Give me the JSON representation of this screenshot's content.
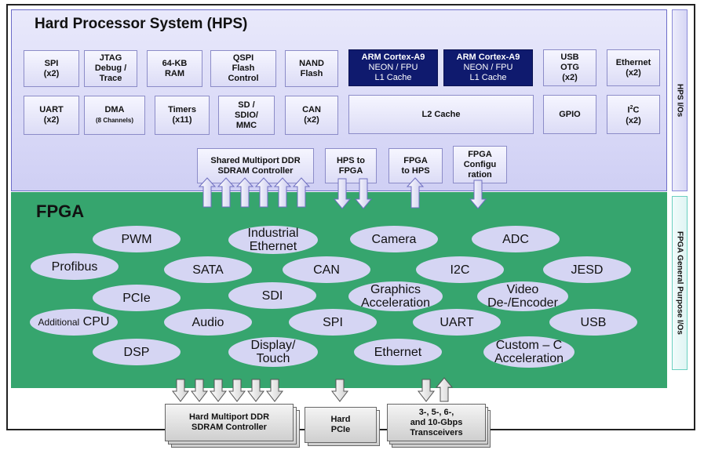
{
  "hps": {
    "title": "Hard Processor System (HPS)",
    "side_label": "HPS I/Os",
    "blocks": {
      "spi": "SPI\n(x2)",
      "jtag": "JTAG\nDebug /\nTrace",
      "ram": "64-KB\nRAM",
      "qspi": "QSPI\nFlash\nControl",
      "nand": "NAND\nFlash",
      "arm1": {
        "title": "ARM Cortex-A9",
        "line2": "NEON / FPU",
        "line3": "L1 Cache"
      },
      "arm2": {
        "title": "ARM Cortex-A9",
        "line2": "NEON / FPU",
        "line3": "L1 Cache"
      },
      "usb": "USB\nOTG\n(x2)",
      "ethernet": "Ethernet\n(x2)",
      "uart": "UART\n(x2)",
      "dma": "DMA",
      "dma_sub": "(8 Channels)",
      "timers": "Timers\n(x11)",
      "sd": "SD /\nSDIO/\nMMC",
      "can": "CAN\n(x2)",
      "l2": "L2 Cache",
      "gpio": "GPIO",
      "i2c_top": "I",
      "i2c_sup": "2",
      "i2c_rest": "C",
      "i2c_x": "(x2)",
      "ddr": "Shared Multiport DDR\nSDRAM Controller",
      "hps_to_fpga": "HPS to\nFPGA",
      "fpga_to_hps": "FPGA\nto HPS",
      "fpga_config": "FPGA\nConfigu\nration"
    }
  },
  "fpga": {
    "title": "FPGA",
    "side_label": "FPGA General Purpose I/Os",
    "ip": {
      "pwm": "PWM",
      "industrial_ethernet": "Industrial\nEthernet",
      "camera": "Camera",
      "adc": "ADC",
      "profibus": "Profibus",
      "sata": "SATA",
      "can": "CAN",
      "i2c": "I2C",
      "jesd": "JESD",
      "pcie": "PCIe",
      "sdi": "SDI",
      "graphics": "Graphics\nAcceleration",
      "video": "Video\nDe-/Encoder",
      "additional": "Additional",
      "cpu": " CPU",
      "audio": "Audio",
      "spi": "SPI",
      "uart": "UART",
      "usb": "USB",
      "dsp": "DSP",
      "display": "Display/\nTouch",
      "ethernet": "Ethernet",
      "custom": "Custom – C\nAcceleration"
    }
  },
  "hard_ip": {
    "ddr": "Hard Multiport DDR\nSDRAM Controller",
    "pcie": "Hard\nPCIe",
    "transceivers": "3-, 5-, 6-,\nand 10-Gbps\nTransceivers"
  }
}
